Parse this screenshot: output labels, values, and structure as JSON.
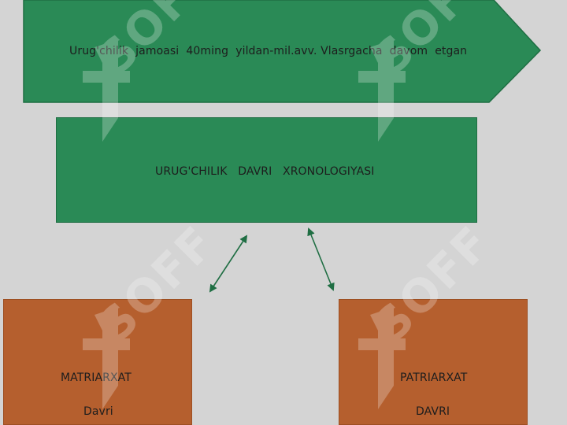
{
  "banner": {
    "text": "Urug'chilik  jamoasi  40ming  yildan-mil.avv. Vlasrgacha  davom  etgan"
  },
  "chronology": {
    "title": "URUG'CHILIK   DAVRI   XRONOLOGIYASI"
  },
  "left_box": {
    "line1": "MATRIARXAT",
    "line2": "Davri"
  },
  "right_box": {
    "line1": "PATRIARXAT",
    "line2": "DAVRI"
  },
  "watermark": {
    "text": "SOFF"
  },
  "colors": {
    "background": "#d4d4d4",
    "green": "#2a8a56",
    "orange": "#b55f2e",
    "arrow": "#1f6e43"
  }
}
